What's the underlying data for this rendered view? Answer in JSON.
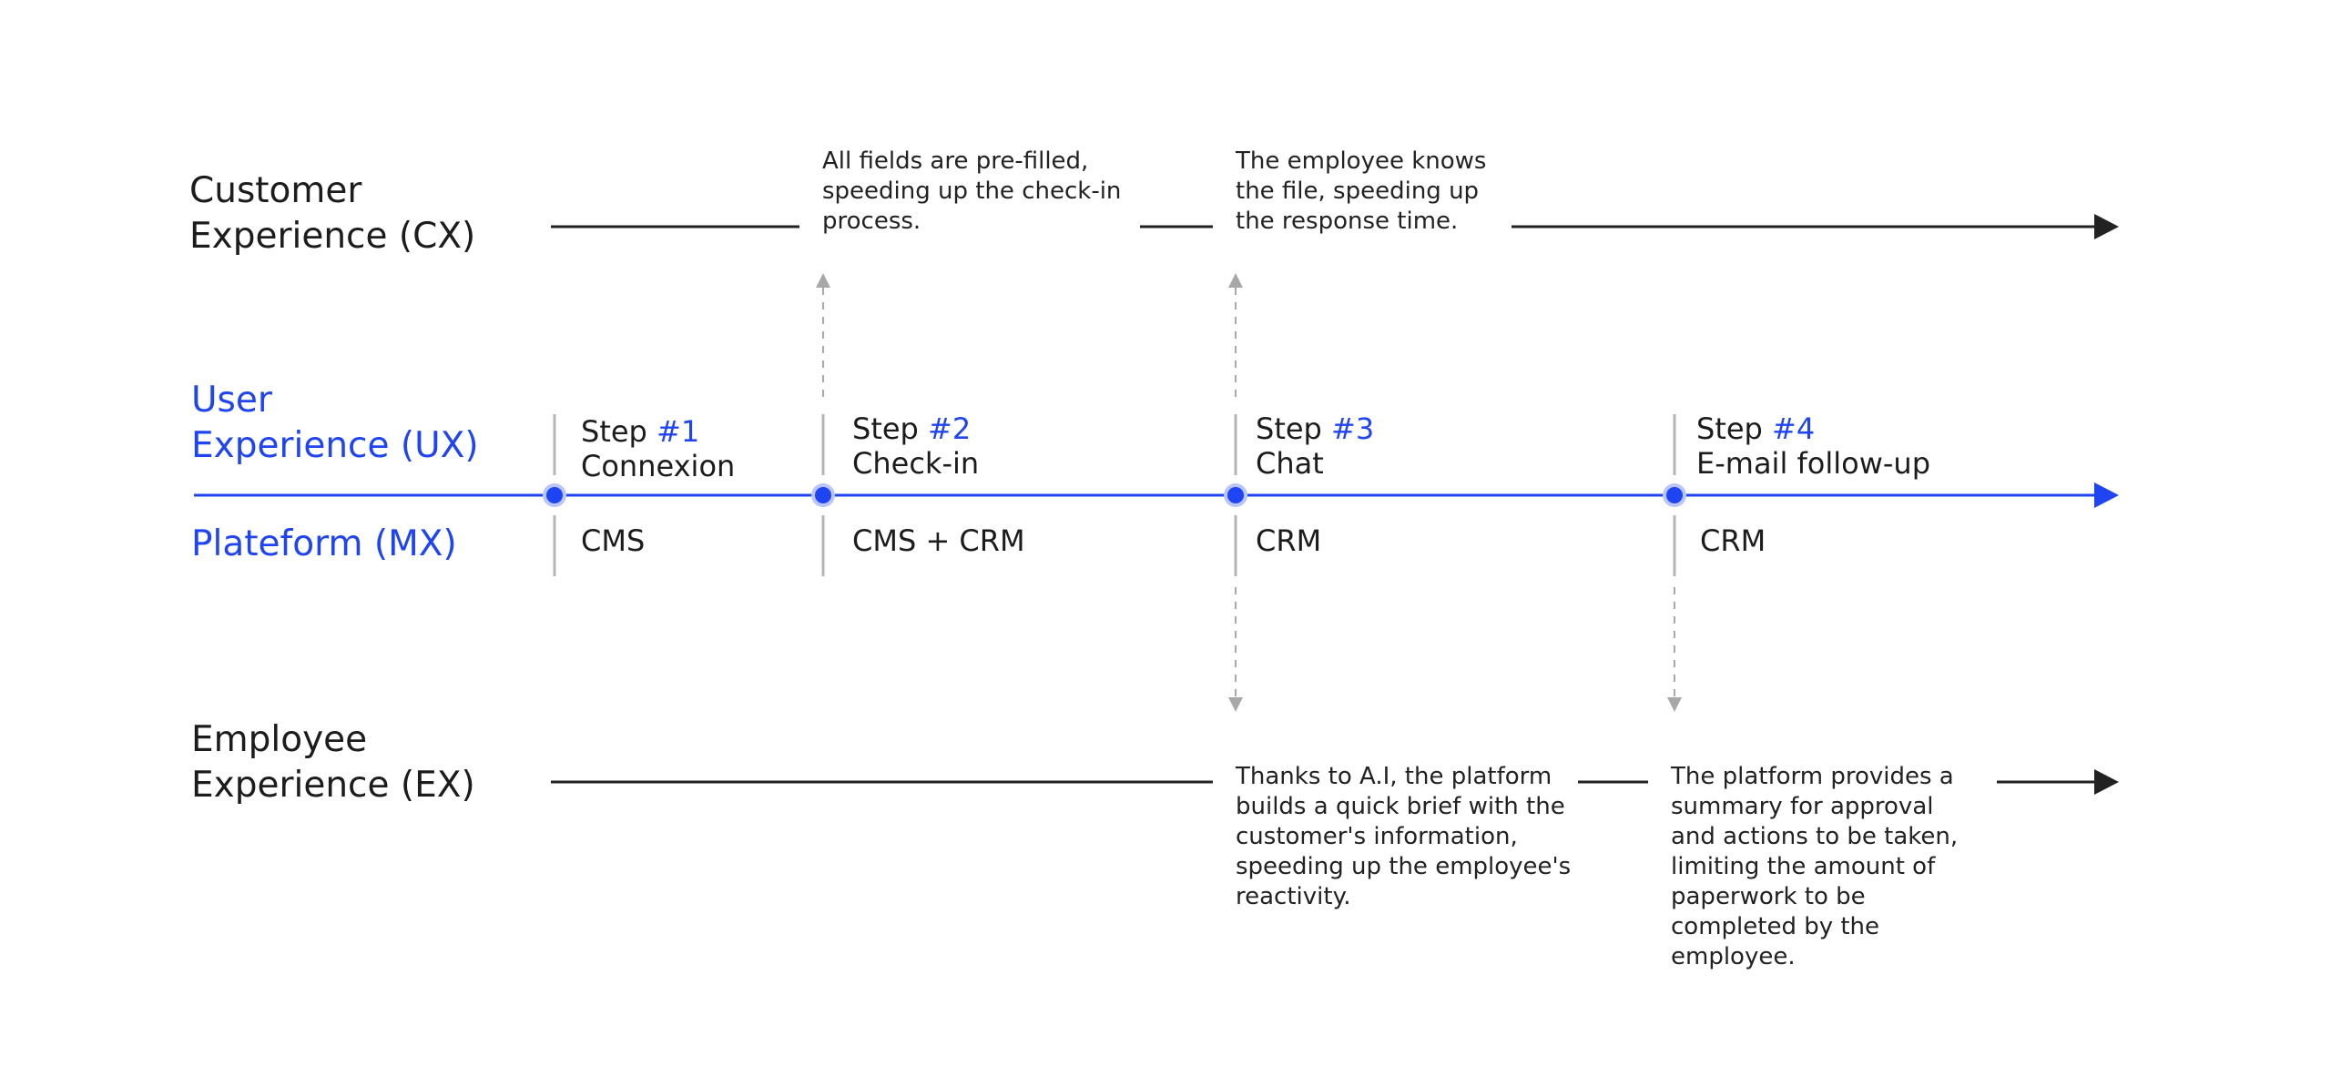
{
  "rows": {
    "cx": "Customer\nExperience (CX)",
    "ux": "User\nExperience (UX)",
    "mx": "Plateform (MX)",
    "ex": "Employee\nExperience (EX)"
  },
  "steps": [
    {
      "prefix": "Step",
      "number": "#1",
      "name": "Connexion",
      "platform": "CMS"
    },
    {
      "prefix": "Step",
      "number": "#2",
      "name": "Check-in",
      "platform": "CMS + CRM"
    },
    {
      "prefix": "Step",
      "number": "#3",
      "name": "Chat",
      "platform": "CRM"
    },
    {
      "prefix": "Step",
      "number": "#4",
      "name": "E-mail follow-up",
      "platform": "CRM"
    }
  ],
  "cx_notes": {
    "step2": "All fields are pre-filled,\nspeeding up the check-in\nprocess.",
    "step3": "The employee knows\nthe file, speeding up\nthe response time."
  },
  "ex_notes": {
    "step3": "Thanks to A.I, the platform\nbuilds a quick brief with the\ncustomer's information,\nspeeding up the employee's\nreactivity.",
    "step4": "The platform provides a\nsummary for approval\nand actions to be taken,\nlimiting the amount of\npaperwork to be\ncompleted by the\nemployee."
  },
  "colors": {
    "accent": "#1f44f2",
    "text": "#1c1c1c",
    "line": "#222222",
    "tick": "#b5b5b5",
    "dashed": "#a8a8a8"
  }
}
